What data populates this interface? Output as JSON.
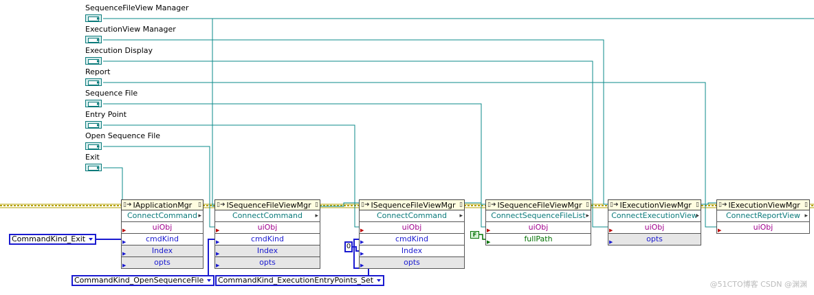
{
  "controls": [
    {
      "label": "SequenceFileView Manager"
    },
    {
      "label": "ExecutionView Manager"
    },
    {
      "label": "Execution Display"
    },
    {
      "label": "Report"
    },
    {
      "label": "Sequence File"
    },
    {
      "label": "Entry Point"
    },
    {
      "label": "Open Sequence File"
    },
    {
      "label": "Exit"
    }
  ],
  "nodes": [
    {
      "title": "IApplicationMgr",
      "method": "ConnectCommand",
      "rows": [
        "uiObj",
        "cmdKind",
        "Index",
        "opts"
      ]
    },
    {
      "title": "ISequenceFileViewMgr",
      "method": "ConnectCommand",
      "rows": [
        "uiObj",
        "cmdKind",
        "Index",
        "opts"
      ]
    },
    {
      "title": "ISequenceFileViewMgr",
      "method": "ConnectCommand",
      "rows": [
        "uiObj",
        "cmdKind",
        "Index",
        "opts"
      ]
    },
    {
      "title": "ISequenceFileViewMgr",
      "method": "ConnectSequenceFileList",
      "rows": [
        "uiObj",
        "fullPath"
      ]
    },
    {
      "title": "IExecutionViewMgr",
      "method": "ConnectExecutionView",
      "rows": [
        "uiObj",
        "opts"
      ]
    },
    {
      "title": "IExecutionViewMgr",
      "method": "ConnectReportView",
      "rows": [
        "uiObj"
      ]
    }
  ],
  "enums": {
    "exit": "CommandKind_Exit",
    "open": "CommandKind_OpenSequenceFile",
    "entry": "CommandKind_ExecutionEntryPoints_Set"
  },
  "constants": {
    "index": "0",
    "bool": "F"
  },
  "watermark": "@51CTO博客 CSDN @渊渊"
}
